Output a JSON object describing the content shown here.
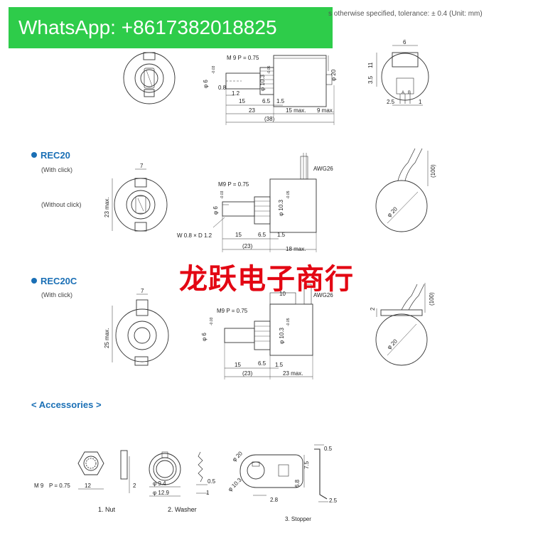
{
  "watermark_top": "WhatsApp: +8617382018825",
  "header_note": "s otherwise specified, tolerance: ± 0.4 (Unit: mm)",
  "watermark_center": "龙跃电子商行",
  "sections": {
    "rec20": {
      "title": "REC20",
      "with_click": "(With click)",
      "without_click": "(Without click)"
    },
    "rec20c": {
      "title": "REC20C",
      "with_click": "(With click)"
    },
    "accessories": "< Accessories >"
  },
  "dims_top": {
    "thread": "M 9 P = 0.75",
    "d6": "φ 6",
    "d6_tol": "-0.03",
    "d103": "φ 10.3",
    "d103_tol": "-0.05",
    "d20": "φ 20",
    "dim08": "0.8",
    "dim12": "1.2",
    "dim15": "15",
    "dim65": "6.5",
    "dim15b": "1.5",
    "dim23": "23",
    "dim15max": "15 max.",
    "dim9max": "9 max.",
    "dim38": "(38)",
    "dim6": "6",
    "dim11": "11",
    "dim35": "3.5",
    "dim25": "2.5",
    "dim1": "1",
    "pinA": "A",
    "pinB": "B"
  },
  "dims_rec20": {
    "dim7": "7",
    "dim23max": "23 max.",
    "awg": "AWG26",
    "dim100": "(100)",
    "thread": "M9 P = 0.75",
    "d6": "φ 6",
    "d6_tol": "-0.03",
    "d103": "φ 10.3",
    "d103_tol": "-0.05",
    "wd": "W 0.8 × D 1.2",
    "dim15": "15",
    "dim65": "6.5",
    "dim15b": "1.5",
    "dim23p": "(23)",
    "dim18max": "18 max.",
    "d20": "φ 20"
  },
  "dims_rec20c": {
    "dim7": "7",
    "dim25max": "25 max.",
    "dim10": "10",
    "awg": "AWG26",
    "thread": "M9 P = 0.75",
    "d6": "φ 6",
    "d6_tol": "-0.03",
    "d103": "φ 10.3",
    "d103_tol": "-0.05",
    "dim15": "15",
    "dim65": "6.5",
    "dim15b": "1.5",
    "dim23p": "(23)",
    "dim23max": "23 max.",
    "dim2": "2",
    "dim100": "(100)",
    "d20": "φ 20"
  },
  "dims_acc": {
    "nut_thread": "M 9",
    "nut_pitch": "P = 0.75",
    "nut12": "12",
    "nut2": "2",
    "w94": "φ 9.4",
    "w129": "φ 12.9",
    "w05": "0.5",
    "w1": "1",
    "s20": "φ 20",
    "s103": "φ 10.3",
    "s75": "7.5",
    "s68": "6.8",
    "s28": "2.8",
    "s05": "0.5",
    "s25": "2.5"
  },
  "captions": {
    "nut": "1. Nut",
    "washer": "2. Washer",
    "stopper": "3. Stopper"
  }
}
